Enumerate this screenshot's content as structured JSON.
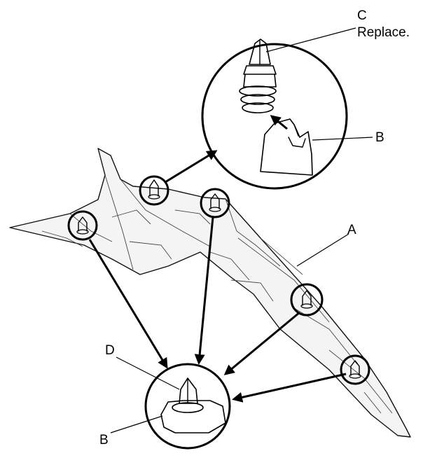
{
  "labels": {
    "a": "A",
    "b_top": "B",
    "b_bottom": "B",
    "c": "C",
    "c_note": "Replace.",
    "d": "D"
  }
}
